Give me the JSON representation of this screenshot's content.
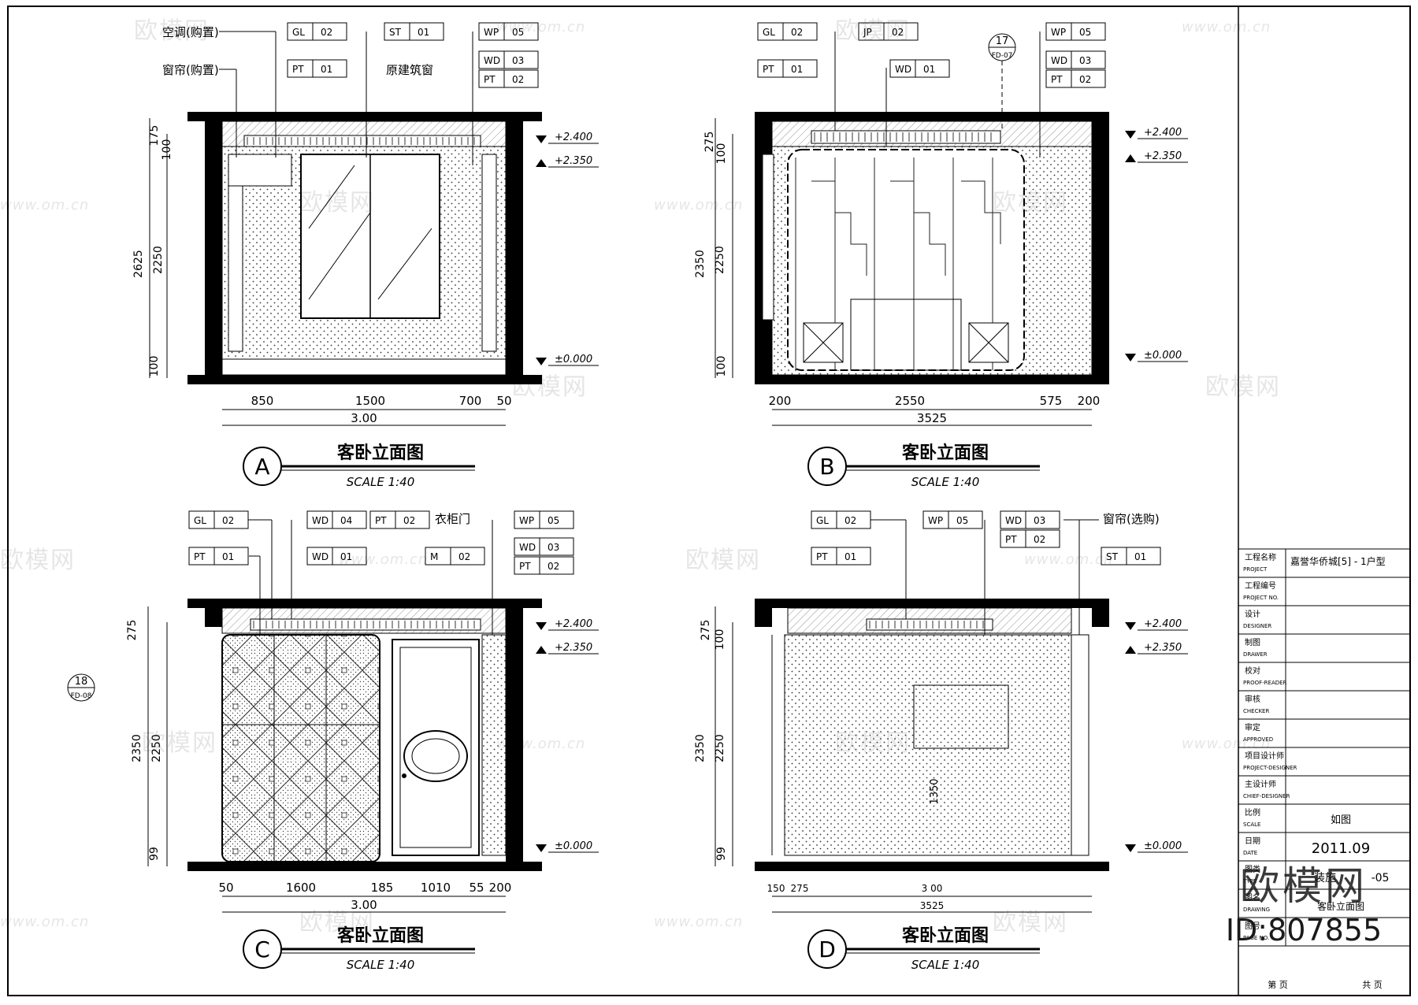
{
  "titles": {
    "A": {
      "letter": "A",
      "title": "客卧立面图",
      "scale": "SCALE 1:40"
    },
    "B": {
      "letter": "B",
      "title": "客卧立面图",
      "scale": "SCALE 1:40"
    },
    "C": {
      "letter": "C",
      "title": "客卧立面图",
      "scale": "SCALE 1:40"
    },
    "D": {
      "letter": "D",
      "title": "客卧立面图",
      "scale": "SCALE 1:40"
    }
  },
  "levels": {
    "top": "+2.400",
    "mid": "+2.350",
    "floor": "±0.000"
  },
  "labels": {
    "A": {
      "ac": "空调(购置)",
      "curtain": "窗帘(购置)",
      "window": "原建筑窗",
      "gl": "GL",
      "gl_n": "02",
      "st": "ST",
      "st_n": "01",
      "wp": "WP",
      "wp_n": "05",
      "pt": "PT",
      "pt_n": "01",
      "wd": "WD",
      "wd_n": "03",
      "pt2": "PT",
      "pt2_n": "02"
    },
    "B": {
      "gl": "GL",
      "gl_n": "02",
      "jp": "JP",
      "jp_n": "02",
      "wp": "WP",
      "wp_n": "05",
      "pt": "PT",
      "pt_n": "01",
      "wd": "WD",
      "wd_n": "01",
      "wd2": "WD",
      "wd2_n": "03",
      "pt2": "PT",
      "pt2_n": "02",
      "ref_n": "17",
      "ref_s": "FD-07"
    },
    "C": {
      "gl": "GL",
      "gl_n": "02",
      "wd": "WD",
      "wd_n": "04",
      "pt": "PT",
      "pt_n": "02",
      "door": "衣柜门",
      "wp": "WP",
      "wp_n": "05",
      "pt2": "PT",
      "pt2_n": "01",
      "wd2": "WD",
      "wd2_n": "01",
      "m": "M",
      "m_n": "02",
      "wd3": "WD",
      "wd3_n": "03",
      "pt3": "PT",
      "pt3_n": "02",
      "ref_n": "18",
      "ref_s": "FD-08"
    },
    "D": {
      "gl": "GL",
      "gl_n": "02",
      "wp": "WP",
      "wp_n": "05",
      "wd": "WD",
      "wd_n": "03",
      "curtain": "窗帘(选购)",
      "pt": "PT",
      "pt_n": "01",
      "pt2": "PT",
      "pt2_n": "02",
      "st": "ST",
      "st_n": "01"
    }
  },
  "dims": {
    "A": {
      "h1": "175",
      "h2": "100",
      "h3": "2625",
      "h4": "2250",
      "h5": "100",
      "w1": "850",
      "w2": "1500",
      "w3": "700",
      "w4": "50",
      "total": "3.00"
    },
    "B": {
      "h1": "275",
      "h2": "100",
      "h3": "2350",
      "h4": "2250",
      "h5": "100",
      "w1": "200",
      "w2": "2550",
      "w3": "575",
      "w4": "200",
      "total": "3525"
    },
    "C": {
      "h1": "275",
      "h2": "2350",
      "h3": "2250",
      "h4": "99",
      "w1": "50",
      "w2": "1600",
      "w3": "185",
      "w4": "1010",
      "w5": "55",
      "w6": "200",
      "total": "3.00"
    },
    "D": {
      "h1": "275",
      "h2": "100",
      "h3": "2350",
      "h4": "2250",
      "h5": "99",
      "inner": "1350",
      "w1": "150",
      "w2": "275",
      "w3": "3 00",
      "total": "3525"
    }
  },
  "titleblock": {
    "rows": [
      {
        "cn": "工程名称",
        "en": "PROJECT"
      },
      {
        "cn": "工程编号",
        "en": "PROJECT NO."
      },
      {
        "cn": "设计",
        "en": "DESIGNER"
      },
      {
        "cn": "制图",
        "en": "DRAWER"
      },
      {
        "cn": "校对",
        "en": "PROOF-READER"
      },
      {
        "cn": "审核",
        "en": "CHECKER"
      },
      {
        "cn": "审定",
        "en": "APPROVED"
      },
      {
        "cn": "项目设计师",
        "en": "PROJECT-DESIGNER"
      },
      {
        "cn": "主设计师",
        "en": "CHIEF-DESIGNER"
      },
      {
        "cn": "比例",
        "en": "SCALE"
      },
      {
        "cn": "日期",
        "en": "DATE"
      },
      {
        "cn": "图类",
        "en": "TYPE"
      },
      {
        "cn": "图名",
        "en": "DRAWING"
      },
      {
        "cn": "图号",
        "en": "PAGE NO."
      }
    ],
    "project_value": "嘉誉华侨城[5] - 1户型",
    "scale_value": "如图",
    "date_value": "2011.09",
    "type_value": "装施",
    "page_value": "-05",
    "drawing_value": "客卧立面图",
    "footer_left": "第 页",
    "footer_right": "共 页"
  },
  "watermark": {
    "cn": "欧模网",
    "url": "www.om.cn",
    "id": "ID:807855"
  }
}
